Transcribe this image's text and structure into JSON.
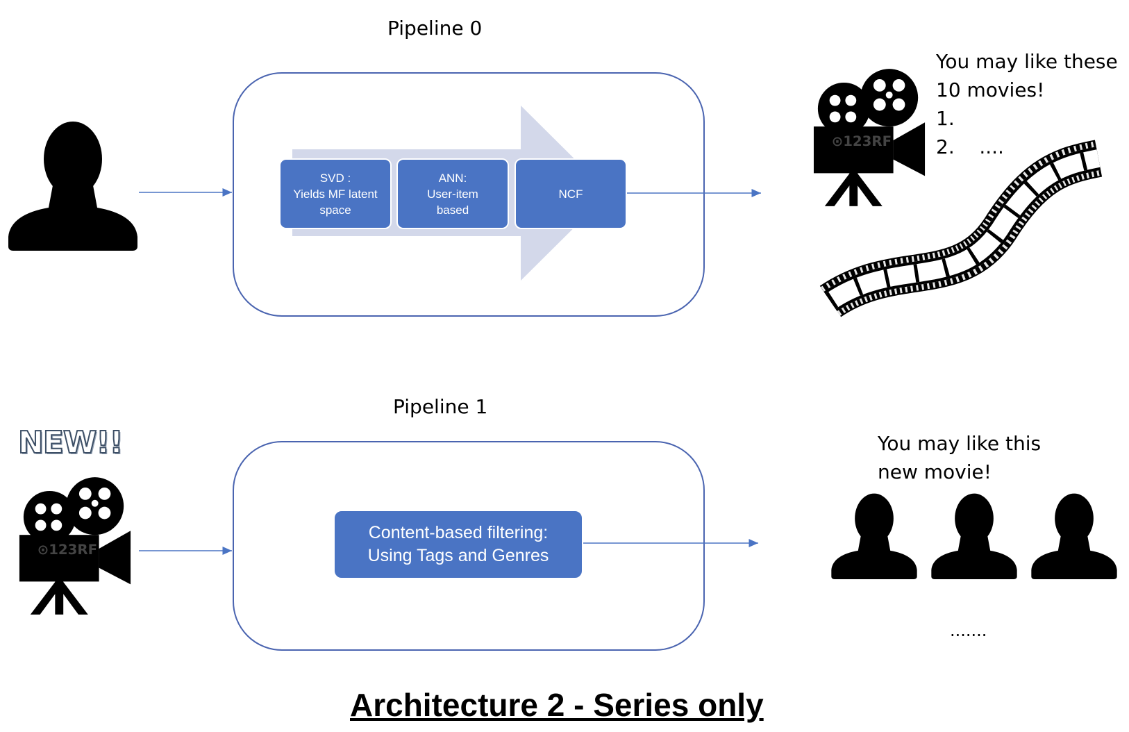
{
  "pipeline0": {
    "title": "Pipeline 0",
    "stages": [
      {
        "lines": [
          "SVD :",
          "Yields MF latent",
          "space"
        ]
      },
      {
        "lines": [
          "ANN:",
          "User-item",
          "based"
        ]
      },
      {
        "lines": [
          "NCF"
        ]
      }
    ],
    "output_text": "You may like these\n10 movies!\n1.\n2.    ...."
  },
  "pipeline1": {
    "title": "Pipeline 1",
    "new_badge": "NEW!!",
    "stage": {
      "lines": [
        "Content-based filtering:",
        "Using Tags and Genres"
      ]
    },
    "output_text": "You may like this\nnew movie!",
    "ellipsis": "......."
  },
  "watermark": "123RF",
  "footer_title": "Architecture 2 - Series only",
  "colors": {
    "stage_fill": "#4a74c4",
    "container_border": "#4a64b0",
    "arrow_fill": "#d3d8ea",
    "connector": "#4a74c4"
  },
  "icons": [
    "user-silhouette-icon",
    "movie-camera-icon",
    "film-strip-icon"
  ]
}
